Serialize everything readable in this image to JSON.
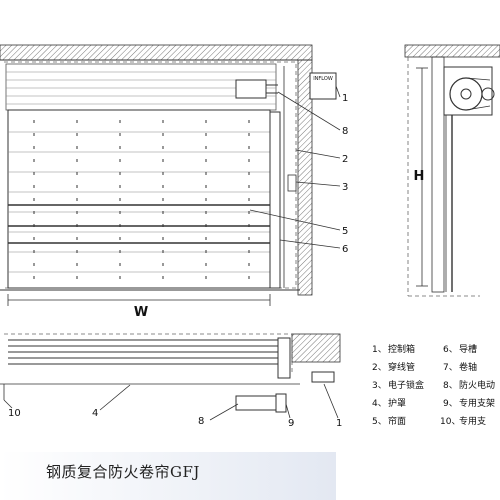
{
  "front_view": {
    "callouts": [
      "1",
      "8",
      "2",
      "3",
      "5",
      "6"
    ],
    "width_label": "W",
    "control_box_text": "INFLOW"
  },
  "side_view": {
    "height_label": "H"
  },
  "plan_view": {
    "callouts": [
      "10",
      "4",
      "8",
      "9",
      "1"
    ]
  },
  "legend": {
    "items": [
      {
        "num": "1、",
        "text": "控制箱"
      },
      {
        "num": "6、",
        "text": "导槽"
      },
      {
        "num": "2、",
        "text": "穿线管"
      },
      {
        "num": "7、",
        "text": "卷轴"
      },
      {
        "num": "3、",
        "text": "电子锁盒"
      },
      {
        "num": "8、",
        "text": "防火电动"
      },
      {
        "num": "4、",
        "text": "护罩"
      },
      {
        "num": "9、",
        "text": "专用支架"
      },
      {
        "num": "5、",
        "text": "帘面"
      },
      {
        "num": "10、",
        "text": "专用支"
      }
    ]
  },
  "caption": "钢质复合防火卷帘GFJ"
}
